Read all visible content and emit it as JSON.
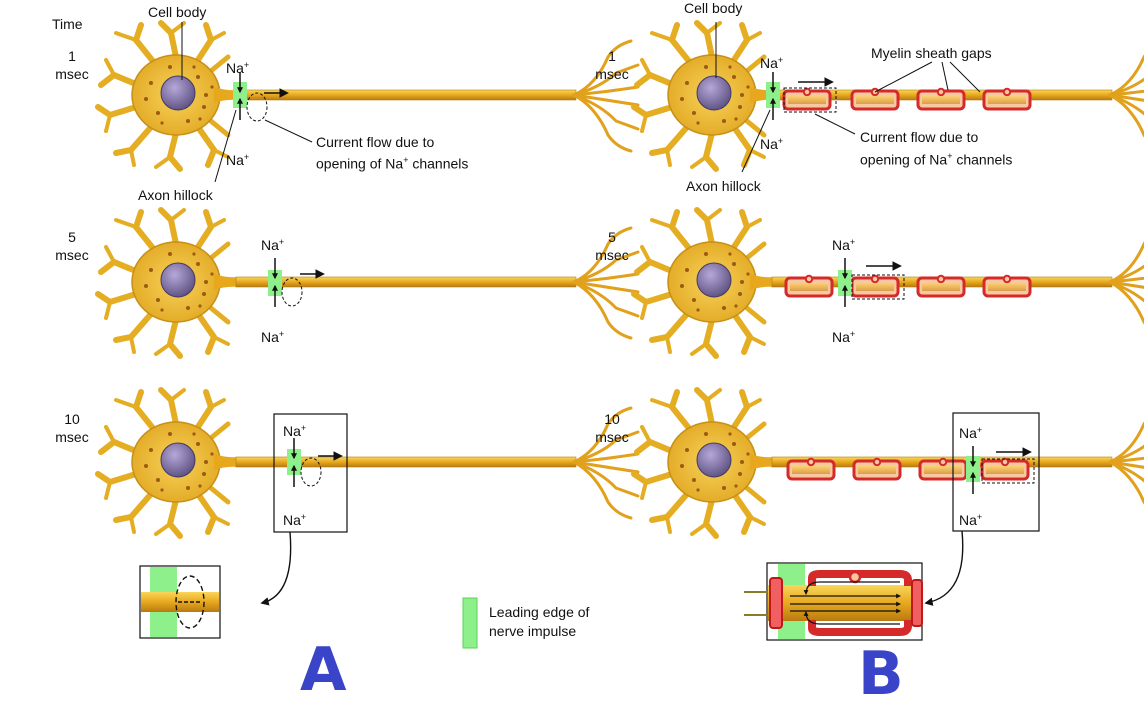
{
  "labels": {
    "time": "Time",
    "cell_body": "Cell body",
    "axon_hillock": "Axon hillock",
    "current_flow_line1": "Current flow due to",
    "current_flow_line2": "opening of Na",
    "current_flow_sup": "+",
    "current_flow_tail": " channels",
    "myelin_gaps": "Myelin sheath gaps",
    "ion": "Na",
    "ion_sup": "+",
    "legend_line1": "Leading edge of",
    "legend_line2": "nerve impulse",
    "panel_a": "A",
    "panel_b": "B"
  },
  "time_rows": [
    {
      "value": "1",
      "unit": "msec"
    },
    {
      "value": "5",
      "unit": "msec"
    },
    {
      "value": "10",
      "unit": "msec"
    }
  ],
  "colors": {
    "neuron_fill": "#f2c230",
    "neuron_edge": "#b07d10",
    "nucleus": "#7a6f9e",
    "leading_edge": "#8ef08a",
    "myelin_fill": "#f8c9a0",
    "myelin_edge": "#d42a2a",
    "panel_mark": "#3a44c8"
  }
}
